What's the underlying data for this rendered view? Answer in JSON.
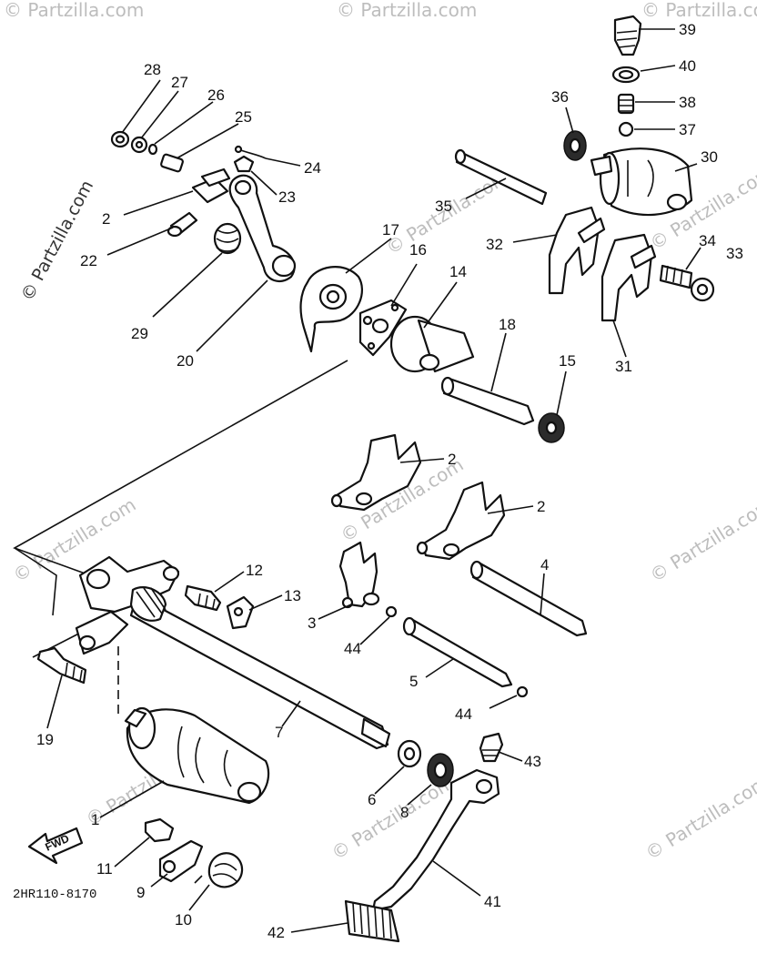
{
  "diagram": {
    "code": "2HR110-8170",
    "fwd_label": "FWD",
    "watermark": "© Partzilla.com",
    "labels": {
      "l1": "1",
      "l2a": "2",
      "l2b": "2",
      "l2c": "2",
      "l3": "3",
      "l4": "4",
      "l5": "5",
      "l6": "6",
      "l7": "7",
      "l8": "8",
      "l9": "9",
      "l10": "10",
      "l11": "11",
      "l12": "12",
      "l13": "13",
      "l14": "14",
      "l15": "15",
      "l16": "16",
      "l17": "17",
      "l18": "18",
      "l19": "19",
      "l20": "20",
      "l22": "22",
      "l23": "23",
      "l24": "24",
      "l25": "25",
      "l26": "26",
      "l27": "27",
      "l28": "28",
      "l29": "29",
      "l30": "30",
      "l31": "31",
      "l32": "32",
      "l33": "33",
      "l34": "34",
      "l35": "35",
      "l36": "36",
      "l37": "37",
      "l38": "38",
      "l39": "39",
      "l40": "40",
      "l41": "41",
      "l42": "42",
      "l43": "43",
      "l44a": "44",
      "l44b": "44"
    }
  }
}
